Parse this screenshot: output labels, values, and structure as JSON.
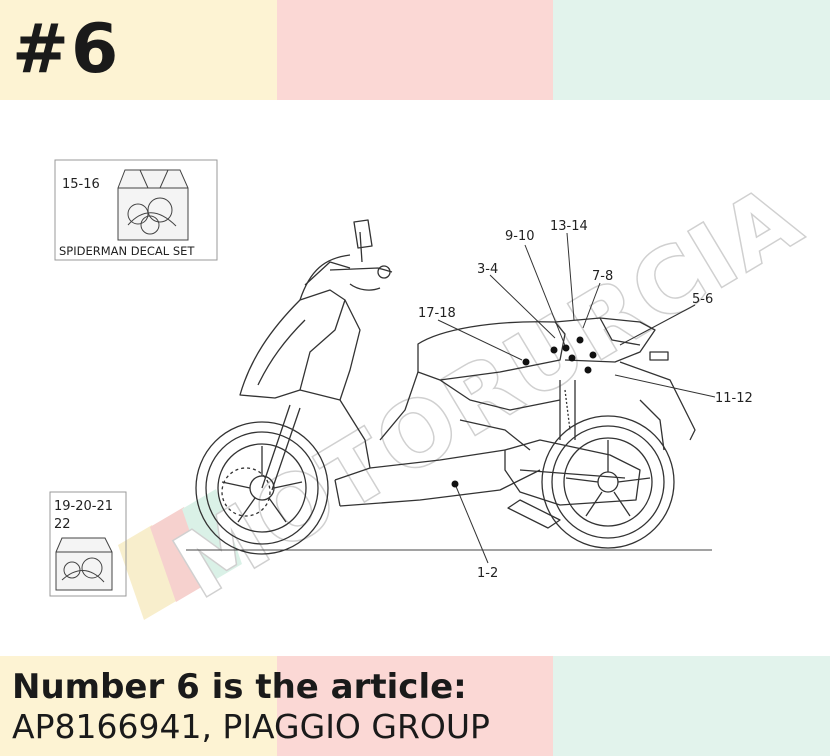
{
  "header": {
    "title": "#6",
    "band_colors": [
      "#fdf3d3",
      "#fbd8d5",
      "#e2f3ec"
    ]
  },
  "diagram": {
    "inset_top": {
      "label": "15-16",
      "caption": "SPIDERMAN DECAL SET"
    },
    "inset_bottom": {
      "label_line1": "19-20-21",
      "label_line2": "22"
    },
    "callouts": {
      "c_9_10": "9-10",
      "c_13_14": "13-14",
      "c_3_4": "3-4",
      "c_7_8": "7-8",
      "c_5_6": "5-6",
      "c_17_18": "17-18",
      "c_11_12": "11-12",
      "c_1_2": "1-2"
    },
    "watermark": "MOTORURCIA"
  },
  "footer": {
    "line1": "Number 6 is the article:",
    "line2": "AP8166941, PIAGGIO GROUP"
  }
}
